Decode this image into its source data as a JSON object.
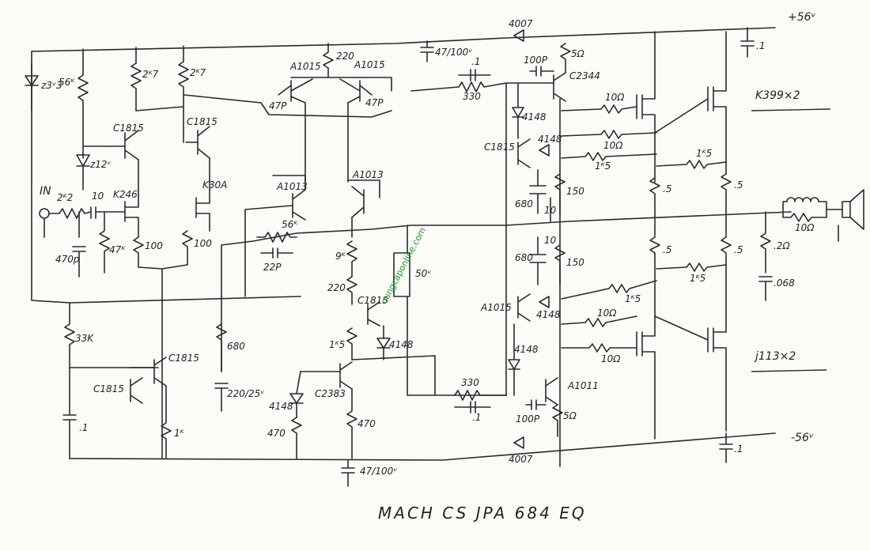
{
  "title": "MACH CS   JPA 684 EQ",
  "watermark": "cungcaponline.com",
  "rails": {
    "pos": "+56ᵛ",
    "neg": "-56ᵛ"
  },
  "labels": {
    "in": "IN",
    "zener1": "z3ᵛ3",
    "r56k": "56ᴷ",
    "zener2": "z12ᵛ",
    "r2k7a": "2ᴷ7",
    "r2k7b": "2ᴷ7",
    "c1815a": "C1815",
    "c1815b": "C1815",
    "r2k2": "2ᴷ2",
    "c10": "10",
    "k246": "K246",
    "k30a": "K30A",
    "c470p": "470p",
    "r47k": "47ᴷ",
    "r100a": "100",
    "r100b": "100",
    "a1015a": "A1015",
    "a1015b": "A1015",
    "r220a": "220",
    "c47pa": "47P",
    "c47pb": "47P",
    "a1013a": "A1013",
    "a1013b": "A1013",
    "r56k2": "56ᴷ",
    "c22p": "22P",
    "r9k": "9ᴷ",
    "r220b": "220",
    "c1815c": "C1815",
    "r1k5a": "1ᴷ5",
    "d4148a": "4148",
    "c47v100a": "47/100ᵛ",
    "c47v100b": "47/100ᵛ",
    "c50v": "50ᵛ",
    "r33k": "33K",
    "c1815d": "C1815",
    "c1815e": "C1815",
    "r680": "680",
    "c220": "220/25ᵛ",
    "r1k": "1ᴷ",
    "cp1a": ".1",
    "d4148b": "4148",
    "r470a": "470",
    "c2383": "C2383",
    "r470b": "470",
    "d4007a": "4007",
    "d4007b": "4007",
    "cp1b": ".1",
    "r330a": "330",
    "c100pa": "100P",
    "r5a": "5Ω",
    "c2344": "C2344",
    "d4148c": "4148",
    "d4148d": "4148",
    "c1815f": "C1815",
    "r10a": "10Ω",
    "r10b": "10Ω",
    "r1k5b": "1ᴷ5",
    "r150a": "150",
    "c680a": "680",
    "c10a": "10",
    "c10b": "10",
    "c680b": "680",
    "r150b": "150",
    "a1015c": "A1015",
    "d4148e": "4148",
    "r1k5c": "1ᴷ5",
    "r10c": "10Ω",
    "d4148f": "4148",
    "r10d": "10Ω",
    "r330b": "330",
    "cp1c": ".1",
    "c100pb": "100P",
    "a1011": "A1011",
    "r5b": "5Ω",
    "k399": "K399×2",
    "j113": "j113×2",
    "r1k5d": "1ᴷ5",
    "r05a": ".5",
    "r05b": ".5",
    "r05c": ".5",
    "r05d": ".5",
    "r1k5e": "1ᴷ5",
    "r2": ".2Ω",
    "c068": ".068",
    "r10out": "10Ω",
    "cp1d": ".1",
    "cp1e": ".1"
  }
}
